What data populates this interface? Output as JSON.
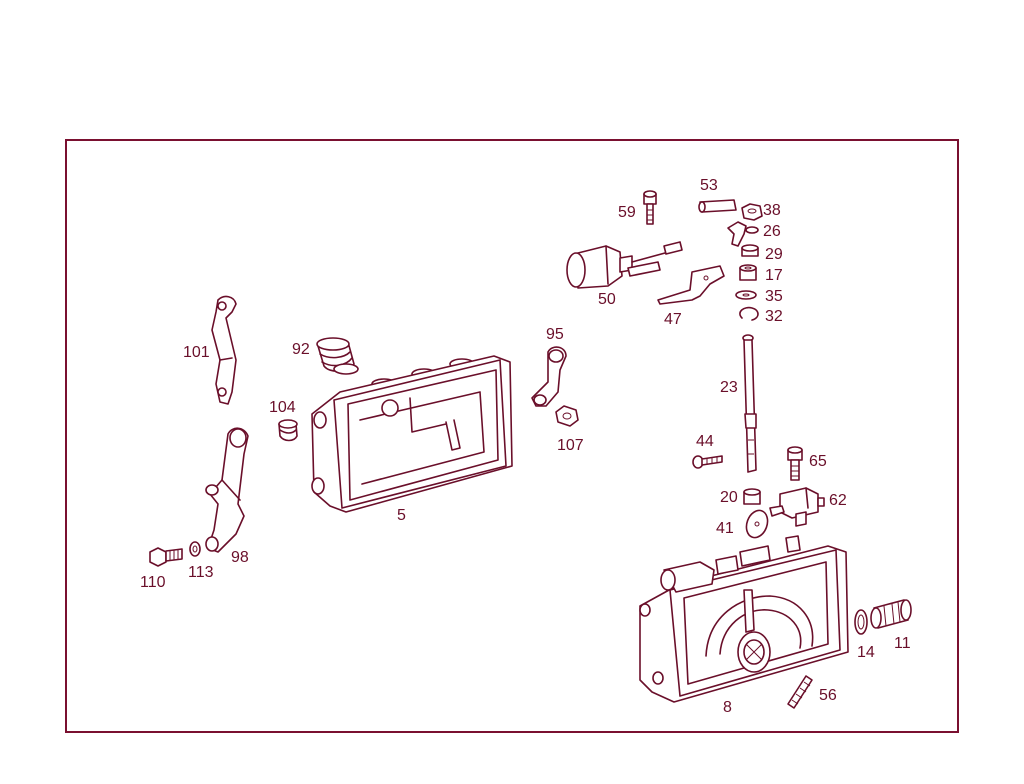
{
  "colors": {
    "ink": "#6a0f2a",
    "frame": "#7a1030",
    "background": "#ffffff"
  },
  "parts": [
    {
      "key": "p101",
      "label": "101"
    },
    {
      "key": "p92",
      "label": "92"
    },
    {
      "key": "p104",
      "label": "104"
    },
    {
      "key": "p5",
      "label": "5"
    },
    {
      "key": "p98",
      "label": "98"
    },
    {
      "key": "p110",
      "label": "110"
    },
    {
      "key": "p113",
      "label": "113"
    },
    {
      "key": "p95",
      "label": "95"
    },
    {
      "key": "p107",
      "label": "107"
    },
    {
      "key": "p59",
      "label": "59"
    },
    {
      "key": "p53",
      "label": "53"
    },
    {
      "key": "p38",
      "label": "38"
    },
    {
      "key": "p26",
      "label": "26"
    },
    {
      "key": "p29",
      "label": "29"
    },
    {
      "key": "p17",
      "label": "17"
    },
    {
      "key": "p35",
      "label": "35"
    },
    {
      "key": "p32",
      "label": "32"
    },
    {
      "key": "p50",
      "label": "50"
    },
    {
      "key": "p47",
      "label": "47"
    },
    {
      "key": "p23",
      "label": "23"
    },
    {
      "key": "p44",
      "label": "44"
    },
    {
      "key": "p65",
      "label": "65"
    },
    {
      "key": "p20",
      "label": "20"
    },
    {
      "key": "p62",
      "label": "62"
    },
    {
      "key": "p41",
      "label": "41"
    },
    {
      "key": "p14",
      "label": "14"
    },
    {
      "key": "p11",
      "label": "11"
    },
    {
      "key": "p56",
      "label": "56"
    },
    {
      "key": "p8",
      "label": "8"
    }
  ]
}
